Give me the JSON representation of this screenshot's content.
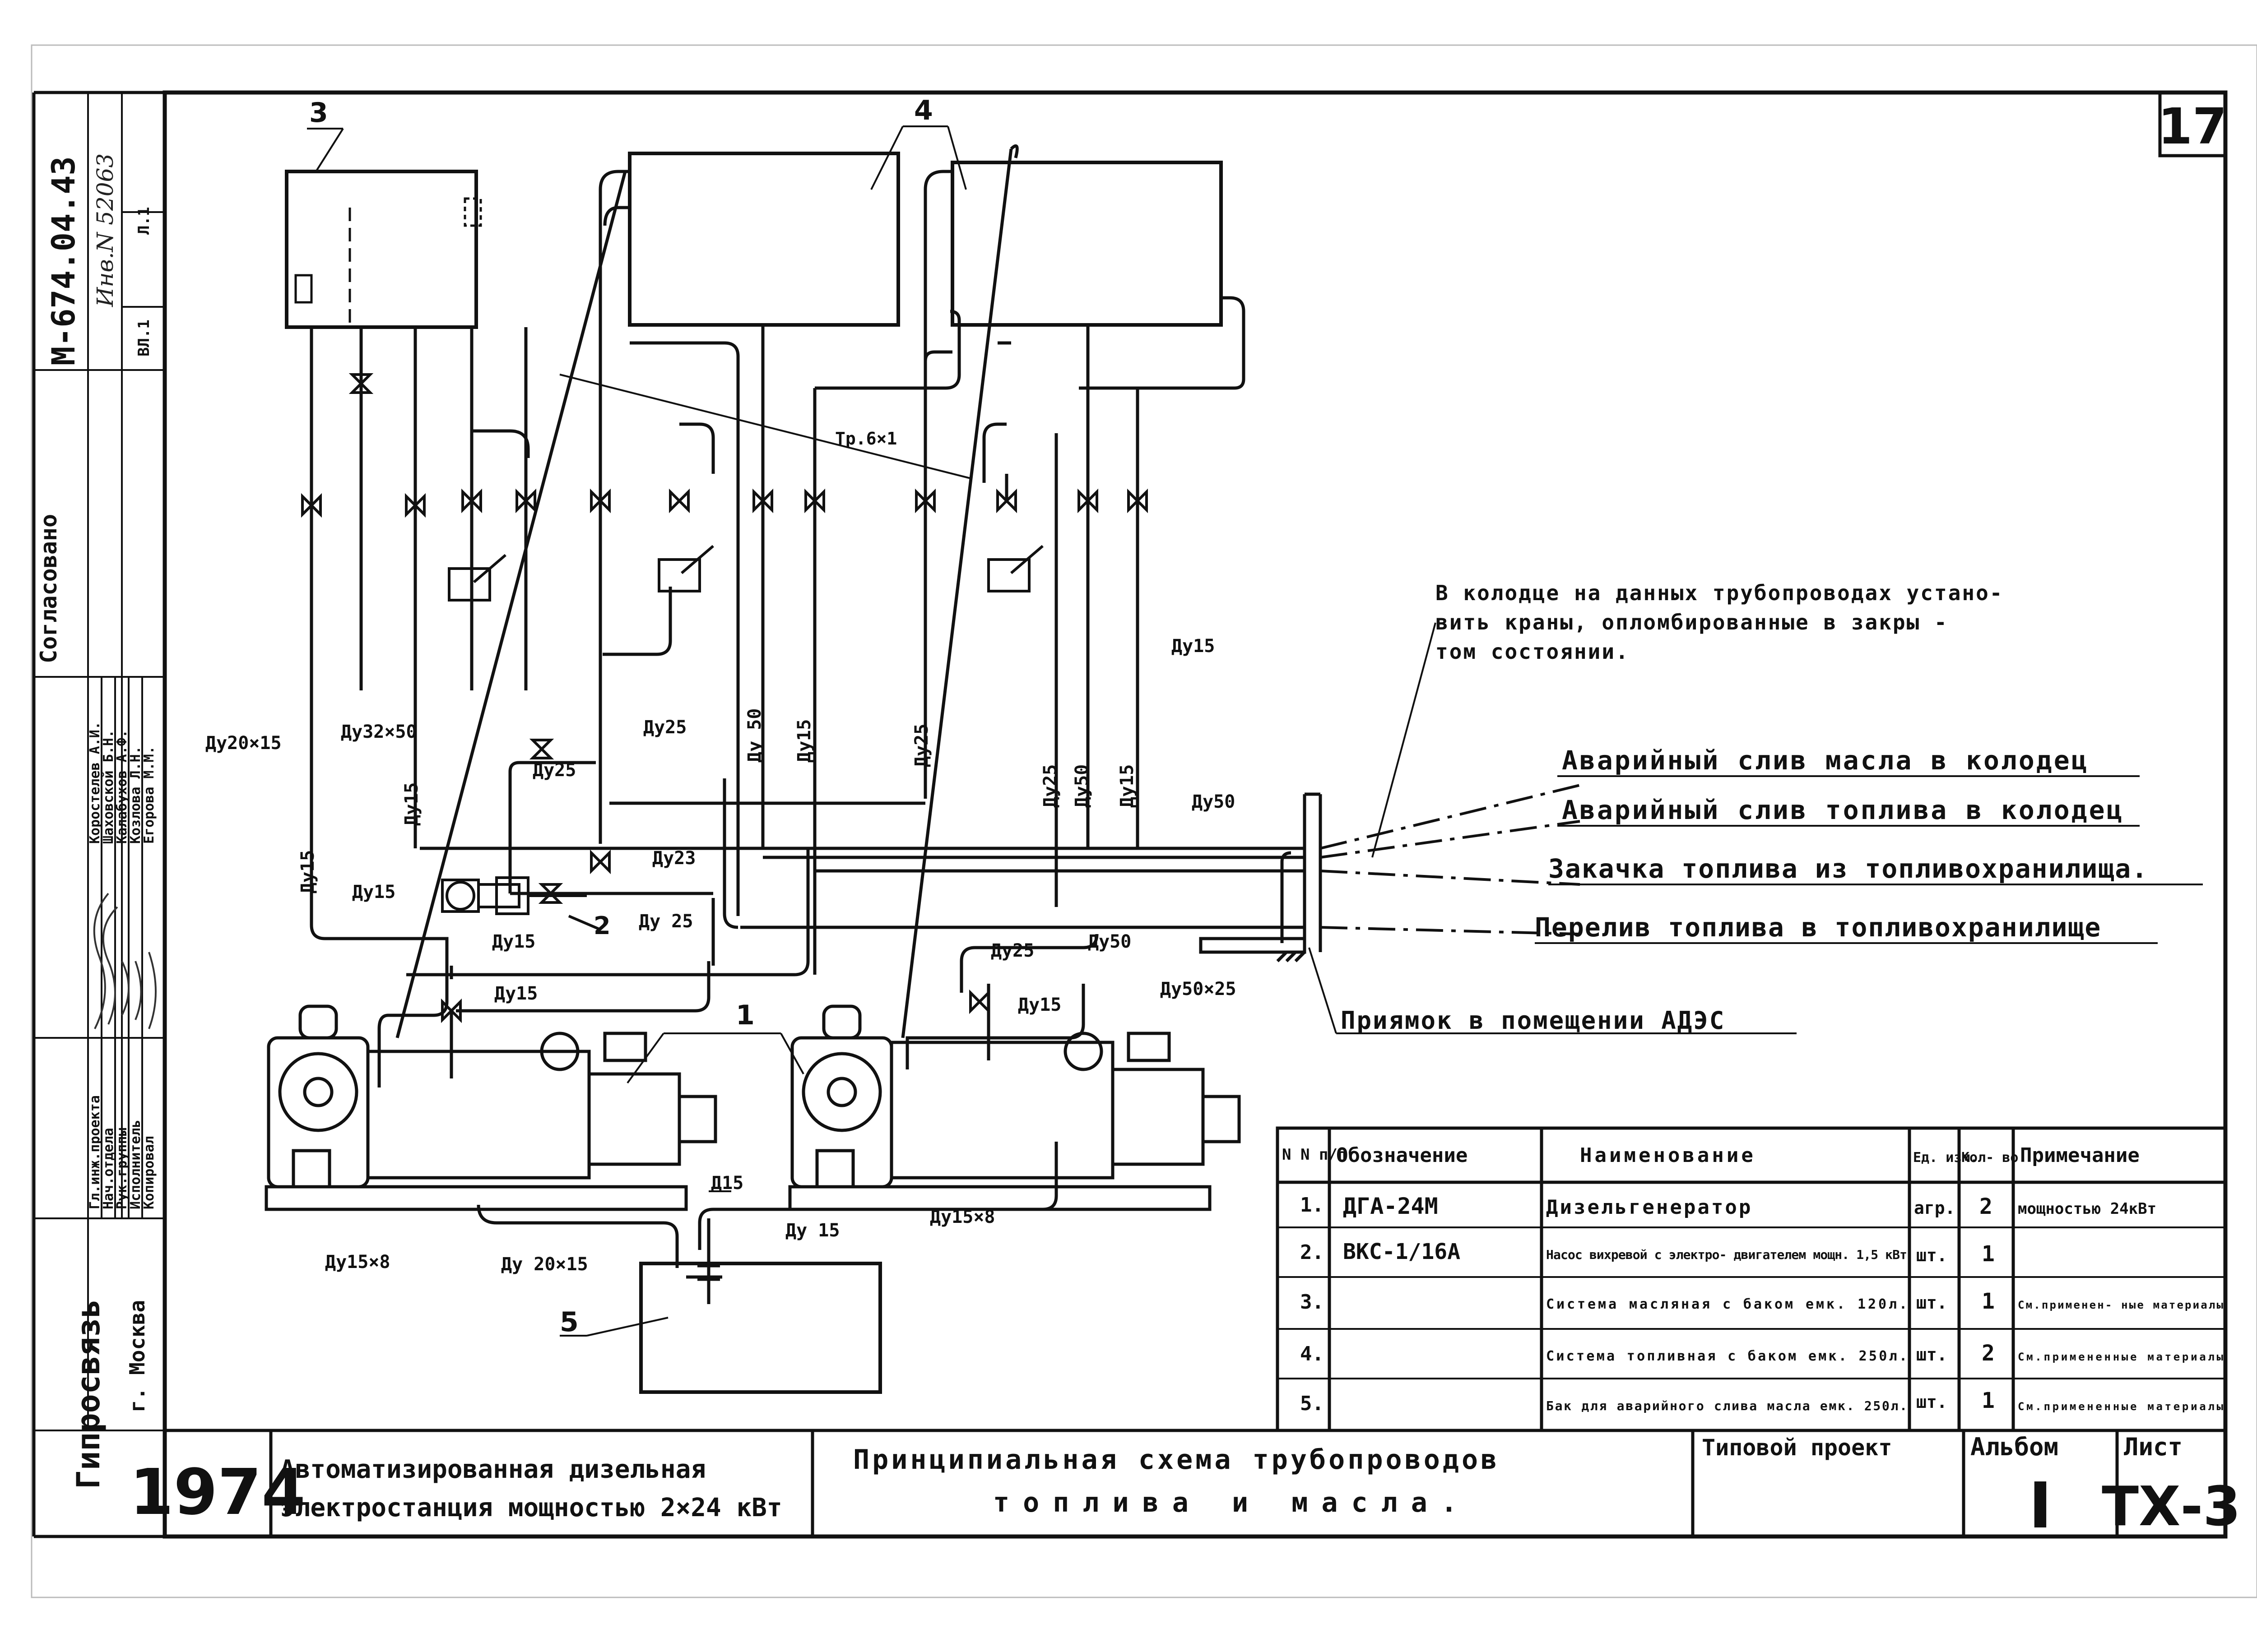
{
  "sheet_number": "17",
  "doc_code": "М-674.04.43",
  "inv_no": "Инв.N 52063",
  "inv_sheet": "Л.1",
  "vl": "ВЛ.1",
  "agreed": "Согласовано",
  "stamp_roles": [
    "Гл.инж.проекта",
    "Нач.отдела",
    "Рук.группы",
    "Исполнитель",
    "Копировал"
  ],
  "stamp_names": [
    "Коростелев А.И.",
    "Шаховской Б.Н.",
    "Калабухов А.Ф.",
    "Козлова Л.Н.",
    "Егорова М.М."
  ],
  "org": "Гипросвязь",
  "city": "г. Москва",
  "year": "1974",
  "project_title_1": "Автоматизированная дизельная",
  "project_title_2": "электростанция мощностью 2×24 кВт",
  "drawing_title_1": "Принципиальная схема трубопроводов",
  "drawing_title_2": "топлива и масла.",
  "type_project": "Типовой проект",
  "album_label": "Альбом",
  "album_value": "I",
  "sheet_label": "Лист",
  "sheet_value": "ТХ-3",
  "note": [
    "В колодце на данных трубопроводах устано-",
    "вить краны, опломбированные в закры -",
    "том состоянии."
  ],
  "lines": [
    "Аварийный слив масла в колодец",
    "Аварийный слив топлива в колодец",
    "Закачка топлива из топливохранилища.",
    "Перелив топлива в топливохранилище"
  ],
  "pit_label": "Приямок в помещении АДЭС",
  "callouts": {
    "n1": "1",
    "n2": "2",
    "n3": "3",
    "n4": "4",
    "n5": "5",
    "tr": "Тр.6×1",
    "du20x15": "Ду20×15",
    "du32x50": "Ду32×50",
    "du15": "Ду15",
    "du25": "Ду25",
    "du23": "Ду23",
    "du50": "Ду50",
    "du50x25": "Ду50×25",
    "du15x8": "Ду15×8",
    "du20x15b": "Ду 20×15",
    "d15": "Д15",
    "du15b": "Ду 15",
    "du25b": "Ду 25",
    "du50v": "Ду 50"
  },
  "table": {
    "headers": [
      "N N п/п",
      "Обозначение",
      "Наименование",
      "Ед. изм.",
      "Кол- во",
      "Примечание"
    ],
    "rows": [
      [
        "1.",
        "ДГА-24М",
        "Дизельгенератор",
        "агр.",
        "2",
        "мощностью 24кВт"
      ],
      [
        "2.",
        "ВКС-1/16А",
        "Насос вихревой с электро- двигателем мощн. 1,5 кВт",
        "шт.",
        "1",
        ""
      ],
      [
        "3.",
        "",
        "Система масляная с баком емк. 120л.",
        "шт.",
        "1",
        "См.применен- ные материалы"
      ],
      [
        "4.",
        "",
        "Система топливная с баком емк. 250л.",
        "шт.",
        "2",
        "См.примененные материалы"
      ],
      [
        "5.",
        "",
        "Бак для аварийного слива масла емк. 250л.",
        "шт.",
        "1",
        "См.примененные материалы"
      ]
    ]
  }
}
